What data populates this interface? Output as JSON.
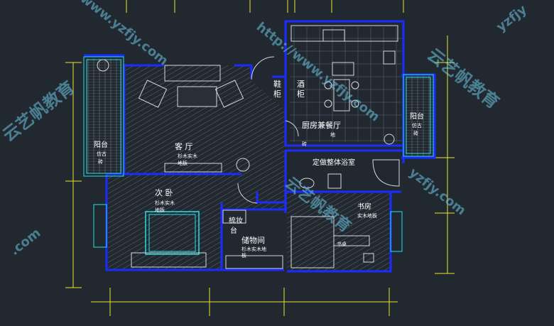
{
  "colors": {
    "background": "#212830",
    "wall": "#1a2cff",
    "dimension": "#e6e62a",
    "furniture": "#25e0e6",
    "hatch": "#5f6670",
    "text": "#ffffff",
    "watermark": "#6ec7e3"
  },
  "rooms": {
    "living": {
      "name": "客 厅",
      "floor": "杉木实木",
      "floor2": "地板"
    },
    "second_bedroom": {
      "name": "次 卧",
      "floor": "杉木实木",
      "floor2": "地板"
    },
    "kitchen_dining": {
      "name": "厨房兼餐厅",
      "floor": "地"
    },
    "bathroom": {
      "name": "定做整体浴室"
    },
    "study": {
      "name": "书房",
      "floor": "实木地板"
    },
    "storage": {
      "name": "储物间",
      "floor": "杉木实木地",
      "floor2": "板"
    },
    "balcony_left": {
      "name": "阳台",
      "floor": "仿古",
      "floor2": "砖"
    },
    "balcony_right": {
      "name": "阳台",
      "floor": "仿古",
      "floor2": "砖"
    }
  },
  "cabinets": {
    "shoe": [
      "鞋",
      "柜"
    ],
    "wine": [
      "酒",
      "柜"
    ],
    "dresser": [
      "梳妆",
      "台"
    ]
  },
  "misc_labels": {
    "tile": "砖",
    "desk": "书桌"
  },
  "watermarks": {
    "brand": "云艺帆教育",
    "site": "www.yzfjy.com",
    "site_http": "http://www.yzfjy.com",
    "fragment_yzfjy": "yzfjy",
    "fragment_dotcom": ".com",
    "fragment_yzfjy_com": "yzfjy.com"
  }
}
